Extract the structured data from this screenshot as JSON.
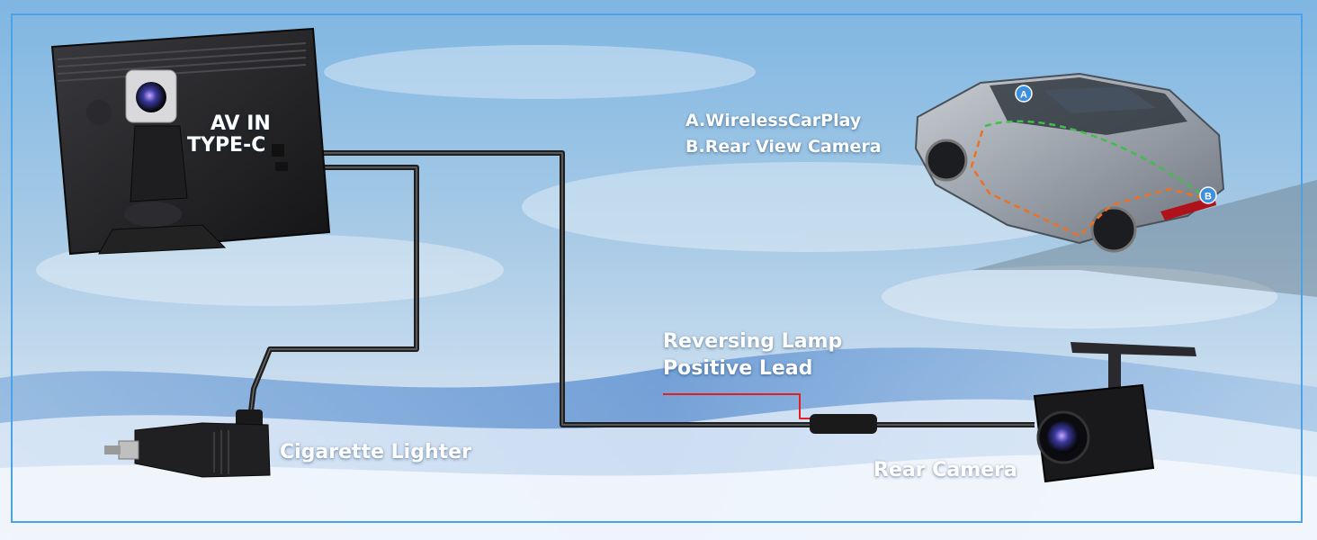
{
  "diagram": {
    "monitor": {
      "port_label_1": "AV IN",
      "port_label_2": "TYPE-C"
    },
    "legend": {
      "item_a": "A.WirelessCarPlay",
      "item_b": "B.Rear View Camera"
    },
    "car_markers": {
      "a": "A",
      "b": "B"
    },
    "reversing_lead": {
      "line1": "Reversing Lamp",
      "line2": "Positive Lead"
    },
    "cigarette_lighter_label": "Cigarette Lighter",
    "rear_camera_label": "Rear Camera"
  },
  "colors": {
    "frame_border": "#4aa3e6",
    "cable": "#2b2b2b",
    "positive_lead": "#e02020",
    "marker_fill": "#3d8fe0",
    "route_green": "#3fbf4a",
    "route_orange": "#f07020"
  }
}
